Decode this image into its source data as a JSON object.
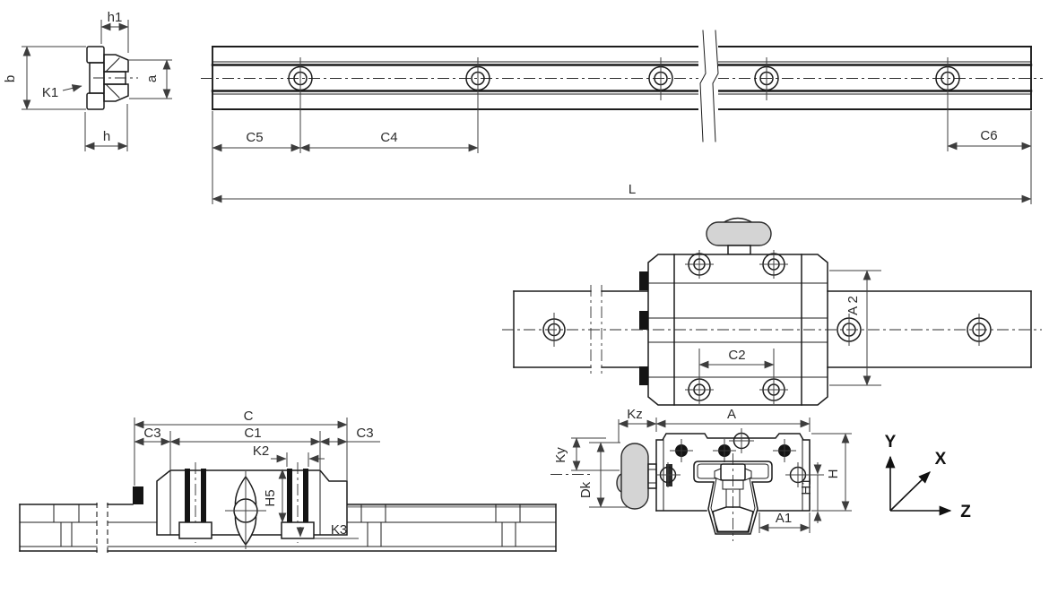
{
  "colors": {
    "background": "#ffffff",
    "object_line": "#1c1c1c",
    "dimension_line": "#3d3d3d",
    "label_text": "#2b2b2b",
    "knob_fill": "#d4d4d4",
    "seal_fill": "#141414",
    "rail_top_highlight": "#9a9a9a"
  },
  "views": {
    "rail_cross_section": {
      "labels": {
        "h1": "h1",
        "b": "b",
        "k1": "K1",
        "a": "a",
        "h": "h"
      }
    },
    "rail_side": {
      "labels": {
        "c5": "C5",
        "c4": "C4",
        "c6": "C6",
        "l": "L"
      }
    },
    "carriage_top": {
      "labels": {
        "a2": "A 2",
        "c2": "C2"
      }
    },
    "carriage_side": {
      "labels": {
        "c": "C",
        "c1": "C1",
        "c3_left": "C3",
        "c3_right": "C3",
        "k2": "K2",
        "h5": "H5",
        "k3": "K3"
      }
    },
    "carriage_front": {
      "labels": {
        "kz": "Kz",
        "a": "A",
        "ky": "Ky",
        "dk": "Dk",
        "h1": "H1",
        "h": "H",
        "a1": "A1"
      }
    },
    "axes": {
      "labels": {
        "x": "X",
        "y": "Y",
        "z": "Z"
      }
    }
  }
}
